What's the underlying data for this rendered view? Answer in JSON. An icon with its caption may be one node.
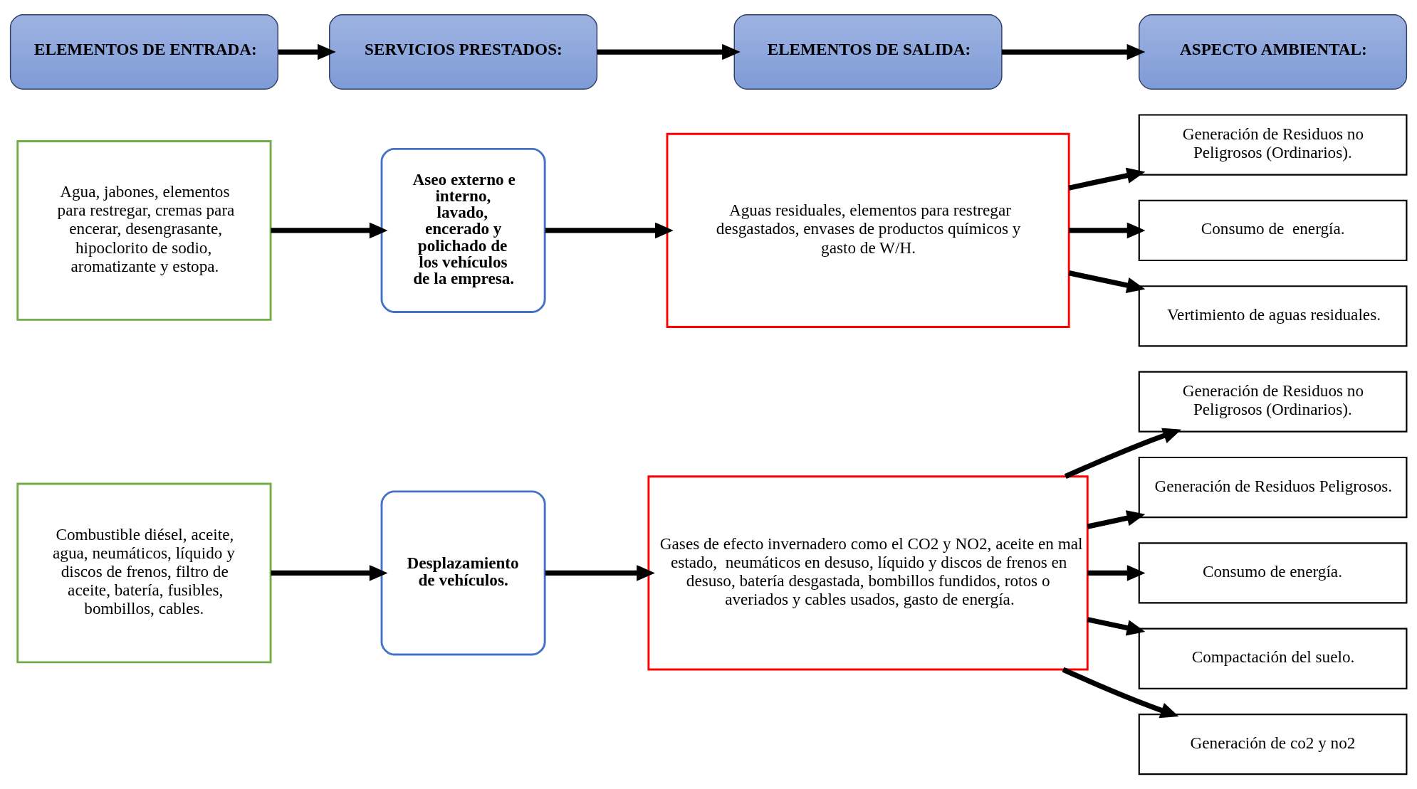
{
  "diagram": {
    "nodes": [
      {
        "text": [
          "ELEMENTOS DE ENTRADA:"
        ]
      },
      {
        "text": [
          "SERVICIOS PRESTADOS:"
        ]
      },
      {
        "text": [
          "ELEMENTOS DE SALIDA:"
        ]
      },
      {
        "text": [
          "ASPECTO AMBIENTAL:"
        ]
      },
      {
        "text": [
          "Agua, jabones, elementos para restregar, cremas para encerar, desengrasante, hipoclorito de sodio, aromatizante y estopa."
        ]
      },
      {
        "text": [
          "Aseo externo e interno, lavado, encerado y polichado de los vehículos de la empresa."
        ]
      },
      {
        "text": [
          "Aguas residuales, elementos para restregar desgastados, envases de productos químicos y gasto de W/H."
        ]
      },
      {
        "text": [
          "Generación de Residuos no Peligrosos (Ordinarios)."
        ]
      },
      {
        "text": [
          "Consumo de  energía."
        ]
      },
      {
        "text": [
          "Vertimiento de aguas residuales."
        ]
      },
      {
        "text": [
          "Combustible diésel, aceite, agua, neumáticos, líquido y discos de frenos, filtro de aceite, batería, fusibles, bombillos, cables."
        ]
      },
      {
        "text": [
          "Desplazamiento de vehículos."
        ]
      },
      {
        "text": [
          "Gases de efecto invernadero como el CO2 y NO2, aceite en mal estado,  neumáticos en desuso, líquido y discos de frenos en desuso, batería desgastada, bombillos fundidos, rotos o averiados y cables usados, gasto de energía."
        ]
      },
      {
        "text": [
          "Generación de Residuos no Peligrosos (Ordinarios)."
        ]
      },
      {
        "text": [
          "Generación de Residuos Peligrosos."
        ]
      },
      {
        "text": [
          "Consumo de energía."
        ]
      },
      {
        "text": [
          "Compactación del suelo."
        ]
      },
      {
        "text": [
          "Generación de co2 y no2"
        ]
      }
    ],
    "edges": [
      {
        "from": 0,
        "to": 1,
        "arrow": "to"
      },
      {
        "from": 1,
        "to": 2,
        "arrow": "to"
      },
      {
        "from": 2,
        "to": 3,
        "arrow": "to"
      },
      {
        "from": 4,
        "to": 5,
        "arrow": "to"
      },
      {
        "from": 5,
        "to": 6,
        "arrow": "to"
      },
      {
        "from": 6,
        "to": 7,
        "arrow": "to"
      },
      {
        "from": 6,
        "to": 8,
        "arrow": "to"
      },
      {
        "from": 6,
        "to": 9,
        "arrow": "to"
      },
      {
        "from": 10,
        "to": 11,
        "arrow": "to"
      },
      {
        "from": 11,
        "to": 12,
        "arrow": "to"
      },
      {
        "from": 12,
        "to": 13,
        "arrow": "to"
      },
      {
        "from": 12,
        "to": 14,
        "arrow": "to"
      },
      {
        "from": 12,
        "to": 15,
        "arrow": "to"
      },
      {
        "from": 12,
        "to": 16,
        "arrow": "to"
      },
      {
        "from": 12,
        "to": 17,
        "arrow": "to"
      }
    ]
  }
}
